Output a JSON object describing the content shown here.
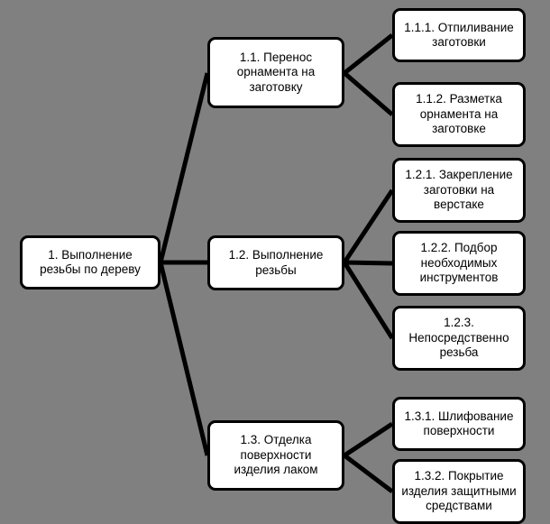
{
  "diagram": {
    "type": "tree-hierarchy",
    "background_color": "#808080",
    "node_fill_color": "#ffffff",
    "node_border_color": "#000000",
    "connector_color": "#000000",
    "root": {
      "id": "1",
      "label": "1. Выполнение\nрезьбы по дереву"
    },
    "level2": [
      {
        "id": "1.1",
        "label": "1.1. Перенос\nорнамента на\nзаготовку"
      },
      {
        "id": "1.2",
        "label": "1.2. Выполнение\nрезьбы"
      },
      {
        "id": "1.3",
        "label": "1.3. Отделка\nповерхности\nизделия лаком"
      }
    ],
    "level3": [
      {
        "id": "1.1.1",
        "parent": "1.1",
        "label": "1.1.1. Отпиливание\nзаготовки"
      },
      {
        "id": "1.1.2",
        "parent": "1.1",
        "label": "1.1.2. Разметка\nорнамента на\nзаготовке"
      },
      {
        "id": "1.2.1",
        "parent": "1.2",
        "label": "1.2.1. Закрепление\nзаготовки на\nверстаке"
      },
      {
        "id": "1.2.2",
        "parent": "1.2",
        "label": "1.2.2. Подбор\nнеобходимых\nинструментов"
      },
      {
        "id": "1.2.3",
        "parent": "1.2",
        "label": "1.2.3.\nНепосредственно\nрезьба"
      },
      {
        "id": "1.3.1",
        "parent": "1.3",
        "label": "1.3.1. Шлифование\nповерхности"
      },
      {
        "id": "1.3.2",
        "parent": "1.3",
        "label": "1.3.2. Покрытие\nизделия защитными\nсредствами"
      }
    ]
  }
}
